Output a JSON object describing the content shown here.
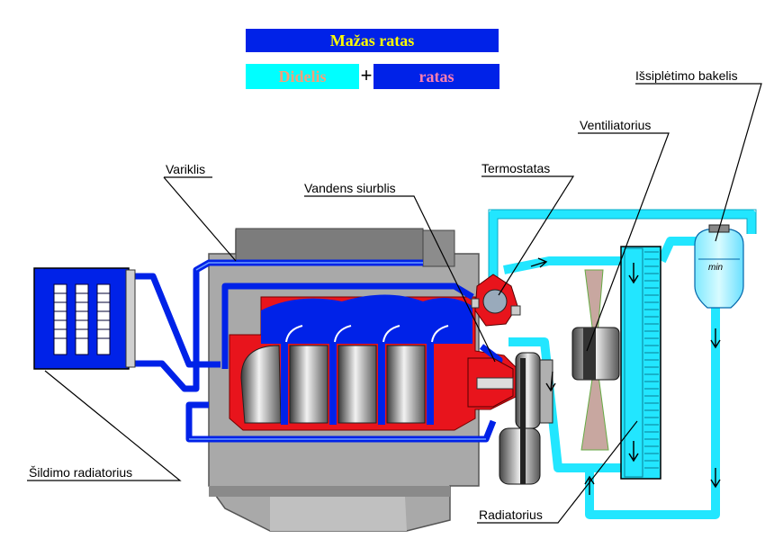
{
  "legend": {
    "small_circuit": "Mažas ratas",
    "big_circuit_left": "Didelis",
    "plus": "+",
    "big_circuit_right": "ratas"
  },
  "labels": {
    "engine": "Variklis",
    "water_pump": "Vandens siurblis",
    "thermostat": "Termostatas",
    "fan": "Ventiliatorius",
    "expansion_tank": "Išsiplėtimo bakelis",
    "heater_core": "Šildimo radiatorius",
    "radiator": "Radiatorius",
    "tank_min": "min"
  },
  "colors": {
    "small_circuit": "#0022e8",
    "big_circuit": "#00ffff",
    "engine_block": "#e8141c",
    "engine_casing": "#a8a8a8"
  }
}
